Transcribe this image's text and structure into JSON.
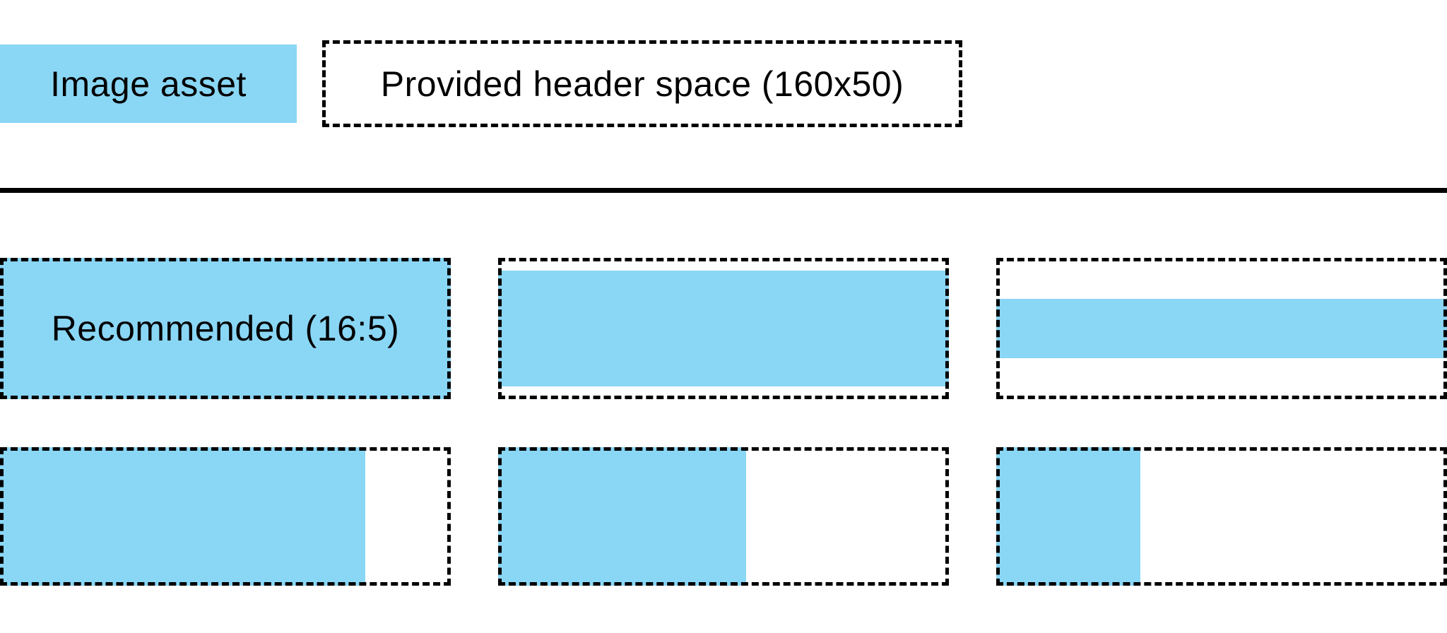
{
  "figure": {
    "background": "#ffffff",
    "colors": {
      "image_asset_fill": "#8ad6f5",
      "outline": "#000000",
      "text": "#000000"
    },
    "legend": {
      "image_asset_label": "Image asset",
      "header_space_label": "Provided header space (160x50)"
    },
    "header_space": {
      "width": 160,
      "height": 50,
      "recommended_ratio": "16:5"
    },
    "examples": {
      "cells": [
        {
          "label": "Recommended (16:5)",
          "fill": {
            "width_pct": 100,
            "height_pct": 100,
            "h_align": "left",
            "v_align": "center"
          }
        },
        {
          "label": "",
          "fill": {
            "width_pct": 100,
            "height_pct": 82,
            "h_align": "left",
            "v_align": "center"
          }
        },
        {
          "label": "",
          "fill": {
            "width_pct": 100,
            "height_pct": 42,
            "h_align": "left",
            "v_align": "center"
          }
        },
        {
          "label": "",
          "fill": {
            "width_pct": 81,
            "height_pct": 100,
            "h_align": "left",
            "v_align": "center"
          }
        },
        {
          "label": "",
          "fill": {
            "width_pct": 55,
            "height_pct": 100,
            "h_align": "left",
            "v_align": "center"
          }
        },
        {
          "label": "",
          "fill": {
            "width_pct": 32,
            "height_pct": 100,
            "h_align": "left",
            "v_align": "center"
          }
        }
      ]
    }
  }
}
